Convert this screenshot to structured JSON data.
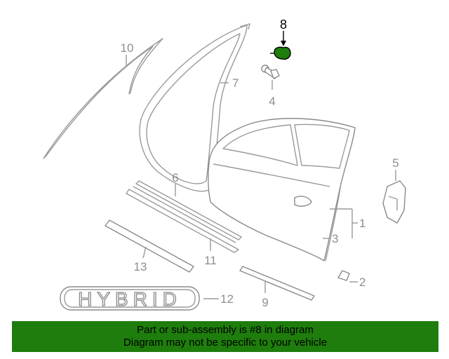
{
  "callouts": {
    "c1": "1",
    "c2": "2",
    "c3": "3",
    "c4": "4",
    "c5": "5",
    "c6": "6",
    "c7": "7",
    "c8": "8",
    "c9": "9",
    "c10": "10",
    "c11": "11",
    "c12": "12",
    "c13": "13"
  },
  "emblem_text": "HYBRID",
  "highlighted_part": "8",
  "colors": {
    "highlight": "#1e7d0c",
    "banner": "#1e7d0c",
    "linework": "#9a9a9a"
  },
  "banner": {
    "line1": "Part or sub-assembly is #8 in diagram",
    "line2": "Diagram may not be specific to your vehicle"
  }
}
